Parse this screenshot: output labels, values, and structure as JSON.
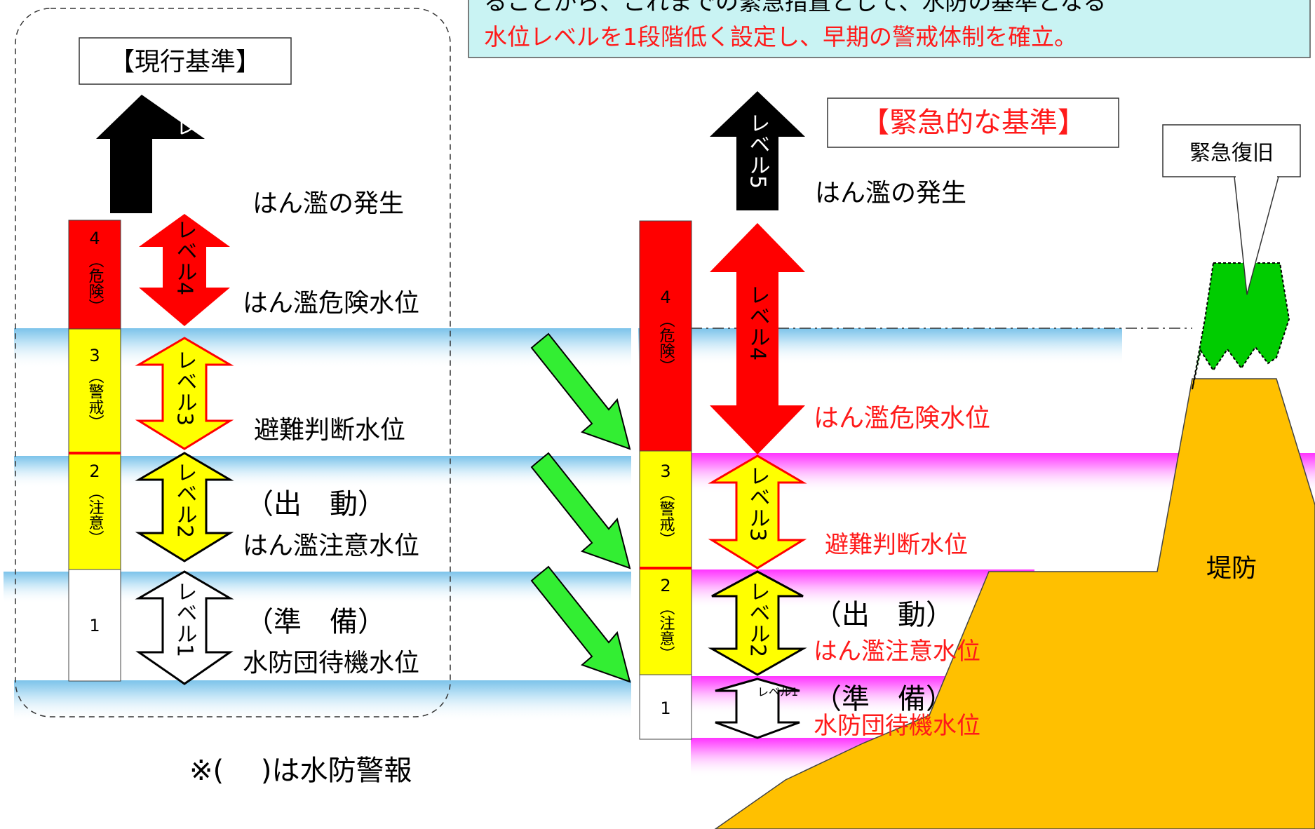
{
  "banner": {
    "line1": "ることから、これまでの緊急措置として、水防の基準となる",
    "line2": "水位レベルを1段階低く設定し、早期の警戒体制を確立。"
  },
  "current_standard": {
    "title": "【現行基準】",
    "bar_levels": [
      {
        "num": "4",
        "kind": "（危険）"
      },
      {
        "num": "3",
        "kind": "（警戒）"
      },
      {
        "num": "2",
        "kind": "（注意）"
      },
      {
        "num": "1",
        "kind": ""
      }
    ],
    "arrows": [
      "レベル5",
      "レベル4",
      "レベル3",
      "レベル2",
      "レベル1"
    ],
    "labels": {
      "flood": "はん濫の発生",
      "danger": "はん濫危険水位",
      "evac": "避難判断水位",
      "dispatch": "（出　動）",
      "caution": "はん濫注意水位",
      "prepare": "（準　備）",
      "standby": "水防団待機水位"
    }
  },
  "emergency_standard": {
    "title": "【緊急的な基準】",
    "bar_levels": [
      {
        "num": "4",
        "kind": "（危険）"
      },
      {
        "num": "3",
        "kind": "（警戒）"
      },
      {
        "num": "2",
        "kind": "（注意）"
      },
      {
        "num": "1",
        "kind": ""
      }
    ],
    "arrows": [
      "レベル5",
      "レベル4",
      "レベル3",
      "レベル2",
      "レベル1"
    ],
    "labels": {
      "flood": "はん濫の発生",
      "danger": "はん濫危険水位",
      "evac": "避難判断水位",
      "dispatch": "（出　動）",
      "caution": "はん濫注意水位",
      "prepare": "（準　備）",
      "standby": "水防団待機水位"
    }
  },
  "note": "※(　 )は水防警報",
  "levee": {
    "label": "堤防",
    "callout": "緊急復旧"
  },
  "colors": {
    "danger_red": "#ff0000",
    "warning_yellow": "#ffff00",
    "water_blue": "#a9d8f2",
    "magenta": "#ff33ff",
    "levee_fill": "#ffc000",
    "repair_green": "#00cc00",
    "arrow_green": "#33ee33",
    "banner_bg": "#c9f3f3",
    "red_text": "#ff1a1a"
  }
}
